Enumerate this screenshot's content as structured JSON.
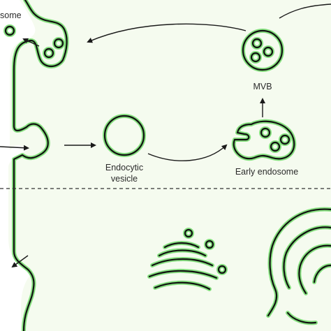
{
  "diagram": {
    "labels": {
      "exosome_partial": "some",
      "mvb": "MVB",
      "endocytic_vesicle_line1": "Endocytic",
      "endocytic_vesicle_line2": "vesicle",
      "early_endosome": "Early endosome"
    },
    "colors": {
      "background": "#ffffff",
      "cytoplasm": "#f5fbef",
      "membrane_outer": "#86e07f",
      "membrane_inner": "#111111",
      "arrow": "#1a1a1a",
      "divider": "#333333"
    }
  }
}
